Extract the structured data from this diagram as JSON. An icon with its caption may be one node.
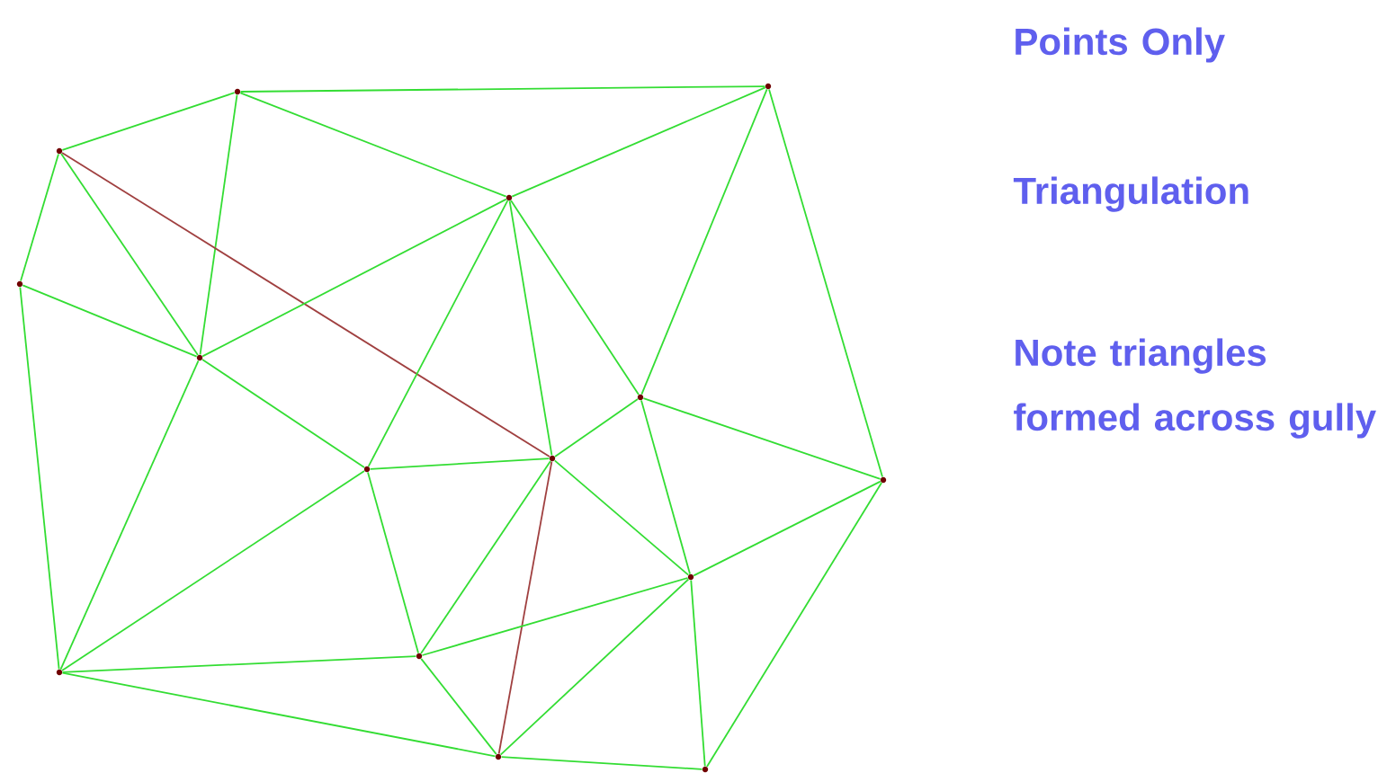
{
  "diagram": {
    "nodes": [
      {
        "text": [],
        "shape": "circle"
      },
      {
        "text": [],
        "shape": "circle"
      },
      {
        "text": [],
        "shape": "circle"
      },
      {
        "text": [],
        "shape": "circle"
      },
      {
        "text": [],
        "shape": "circle"
      },
      {
        "text": [],
        "shape": "circle"
      },
      {
        "text": [],
        "shape": "circle"
      },
      {
        "text": [],
        "shape": "circle"
      },
      {
        "text": [],
        "shape": "circle"
      },
      {
        "text": [],
        "shape": "circle"
      },
      {
        "text": [],
        "shape": "circle"
      },
      {
        "text": [],
        "shape": "circle"
      },
      {
        "text": [],
        "shape": "circle"
      },
      {
        "text": [],
        "shape": "circle"
      },
      {
        "text": [],
        "shape": "circle"
      }
    ],
    "edges": [
      {
        "from": 0,
        "to": 1,
        "arrow": "none"
      },
      {
        "from": 0,
        "to": 2,
        "arrow": "none"
      },
      {
        "from": 0,
        "to": 5,
        "arrow": "none"
      },
      {
        "from": 0,
        "to": 3,
        "arrow": "none"
      },
      {
        "from": 2,
        "to": 4,
        "arrow": "none"
      },
      {
        "from": 2,
        "to": 5,
        "arrow": "none"
      },
      {
        "from": 2,
        "to": 8,
        "arrow": "none",
        "color": "#a04040"
      },
      {
        "from": 4,
        "to": 5,
        "arrow": "none"
      },
      {
        "from": 4,
        "to": 11,
        "arrow": "none"
      },
      {
        "from": 5,
        "to": 3,
        "arrow": "none"
      },
      {
        "from": 5,
        "to": 7,
        "arrow": "none"
      },
      {
        "from": 5,
        "to": 11,
        "arrow": "none"
      },
      {
        "from": 1,
        "to": 3,
        "arrow": "none"
      },
      {
        "from": 1,
        "to": 6,
        "arrow": "none"
      },
      {
        "from": 1,
        "to": 9,
        "arrow": "none"
      },
      {
        "from": 3,
        "to": 7,
        "arrow": "none"
      },
      {
        "from": 3,
        "to": 8,
        "arrow": "none"
      },
      {
        "from": 3,
        "to": 6,
        "arrow": "none"
      },
      {
        "from": 6,
        "to": 8,
        "arrow": "none"
      },
      {
        "from": 6,
        "to": 10,
        "arrow": "none"
      },
      {
        "from": 6,
        "to": 9,
        "arrow": "none"
      },
      {
        "from": 7,
        "to": 8,
        "arrow": "none"
      },
      {
        "from": 7,
        "to": 11,
        "arrow": "none"
      },
      {
        "from": 7,
        "to": 12,
        "arrow": "none"
      },
      {
        "from": 8,
        "to": 12,
        "arrow": "none"
      },
      {
        "from": 8,
        "to": 10,
        "arrow": "none"
      },
      {
        "from": 8,
        "to": 13,
        "arrow": "none",
        "color": "#a04040"
      },
      {
        "from": 9,
        "to": 10,
        "arrow": "none"
      },
      {
        "from": 9,
        "to": 14,
        "arrow": "none"
      },
      {
        "from": 10,
        "to": 12,
        "arrow": "none"
      },
      {
        "from": 10,
        "to": 13,
        "arrow": "none"
      },
      {
        "from": 10,
        "to": 14,
        "arrow": "none"
      },
      {
        "from": 11,
        "to": 12,
        "arrow": "none"
      },
      {
        "from": 11,
        "to": 13,
        "arrow": "none"
      },
      {
        "from": 12,
        "to": 13,
        "arrow": "none"
      },
      {
        "from": 13,
        "to": 14,
        "arrow": "none"
      }
    ],
    "labels": [
      "Points Only",
      "Triangulation",
      "Note triangles formed across gully"
    ]
  }
}
